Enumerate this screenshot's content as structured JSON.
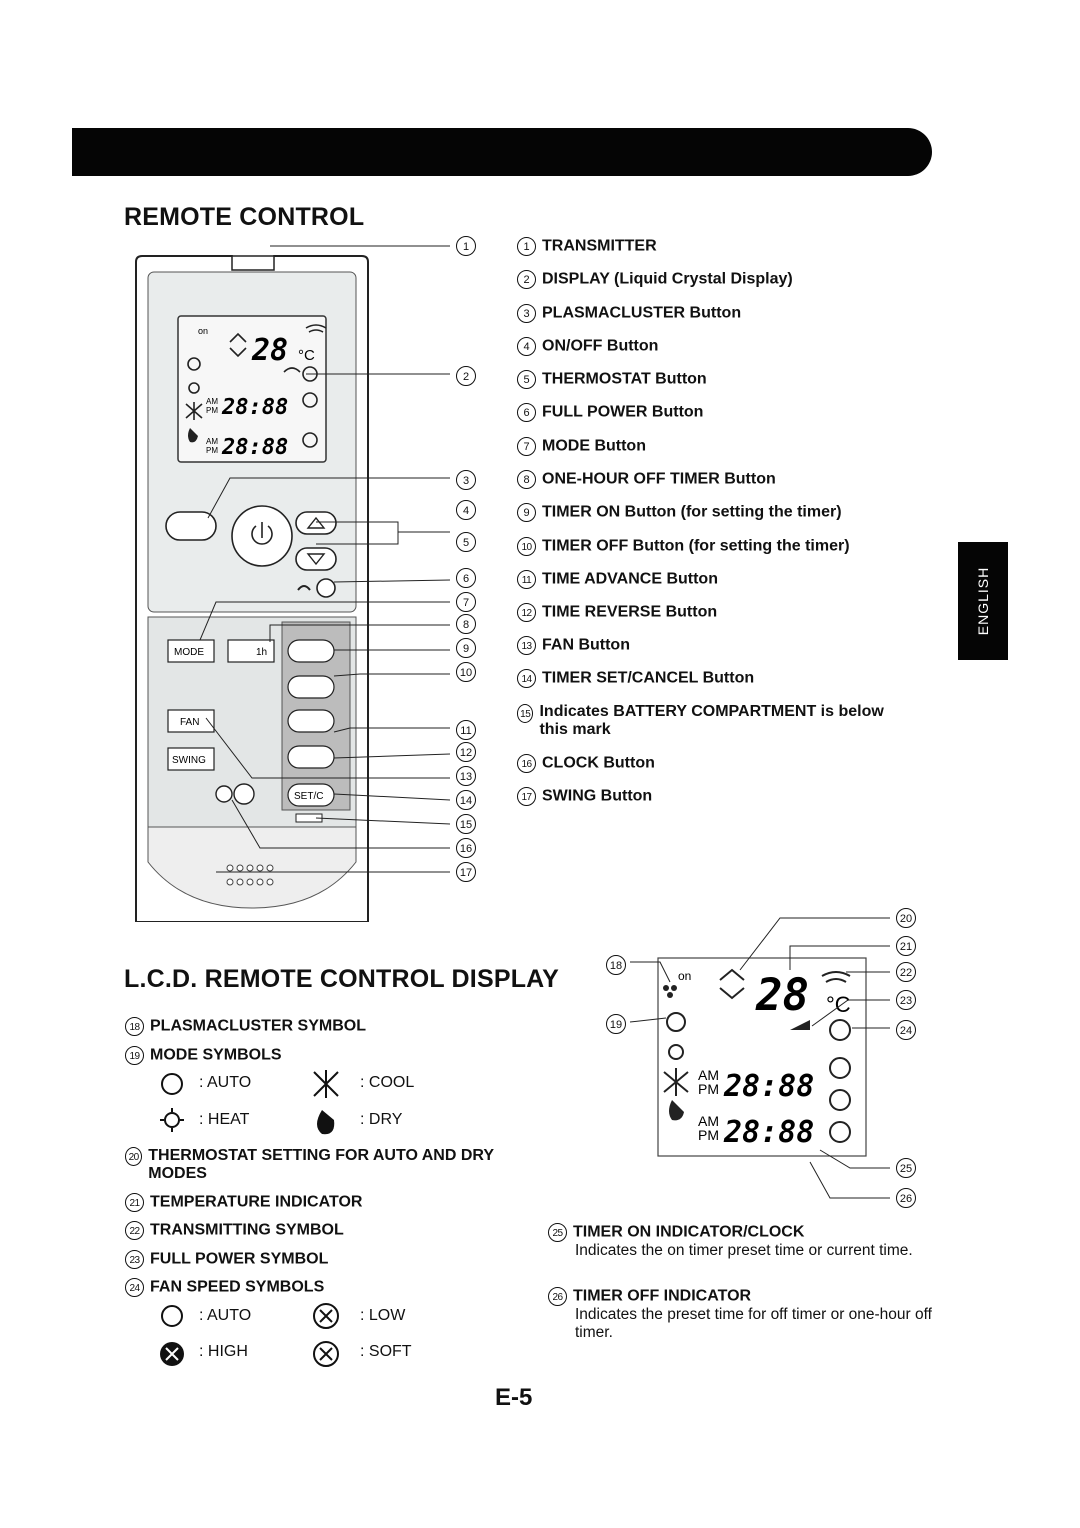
{
  "page": {
    "title_remote": "REMOTE CONTROL",
    "title_lcd": "L.C.D. REMOTE CONTROL DISPLAY",
    "language_tab": "ENGLISH",
    "page_number": "E-5"
  },
  "remote_parts": [
    {
      "num": "1",
      "label": "TRANSMITTER"
    },
    {
      "num": "2",
      "label": "DISPLAY (Liquid Crystal Display)"
    },
    {
      "num": "3",
      "label": "PLASMACLUSTER Button"
    },
    {
      "num": "4",
      "label": "ON/OFF Button"
    },
    {
      "num": "5",
      "label": "THERMOSTAT Button"
    },
    {
      "num": "6",
      "label": "FULL POWER Button"
    },
    {
      "num": "7",
      "label": "MODE Button"
    },
    {
      "num": "8",
      "label": "ONE-HOUR OFF TIMER Button"
    },
    {
      "num": "9",
      "label": "TIMER ON Button (for setting the timer)"
    },
    {
      "num": "10",
      "label": "TIMER OFF Button (for setting the timer)"
    },
    {
      "num": "11",
      "label": "TIME ADVANCE Button"
    },
    {
      "num": "12",
      "label": "TIME REVERSE Button"
    },
    {
      "num": "13",
      "label": "FAN Button"
    },
    {
      "num": "14",
      "label": "TIMER SET/CANCEL Button"
    },
    {
      "num": "15",
      "label": "Indicates BATTERY COMPARTMENT is below this mark"
    },
    {
      "num": "16",
      "label": "CLOCK Button"
    },
    {
      "num": "17",
      "label": "SWING Button"
    }
  ],
  "remote_drawing": {
    "lcd_top": {
      "deg": "°C",
      "temp": "28",
      "on": "on"
    },
    "lcd_clock": "28:88",
    "am": "AM",
    "pm": "PM",
    "buttons": {
      "mode": "MODE",
      "fan": "FAN",
      "swing": "SWING",
      "set": "SET/C",
      "onehour": "1h"
    }
  },
  "lcd_items": [
    {
      "num": "18",
      "label": "PLASMACLUSTER SYMBOL"
    },
    {
      "num": "19",
      "label": "MODE SYMBOLS"
    },
    {
      "num": "20",
      "label": "THERMOSTAT SETTING FOR AUTO AND DRY MODES"
    },
    {
      "num": "21",
      "label": "TEMPERATURE INDICATOR"
    },
    {
      "num": "22",
      "label": "TRANSMITTING SYMBOL"
    },
    {
      "num": "23",
      "label": "FULL POWER SYMBOL"
    },
    {
      "num": "24",
      "label": "FAN SPEED SYMBOLS"
    },
    {
      "num": "25",
      "label": "TIMER ON INDICATOR/CLOCK",
      "desc": "Indicates the on timer preset time or current time."
    },
    {
      "num": "26",
      "label": "TIMER OFF INDICATOR",
      "desc": "Indicates the preset time for off timer or one-hour off timer."
    }
  ],
  "mode_symbols": {
    "auto": ": AUTO",
    "cool": ": COOL",
    "heat": ": HEAT",
    "dry": ": DRY"
  },
  "fan_symbols": {
    "auto": ": AUTO",
    "low": ": LOW",
    "high": ": HIGH",
    "soft": ": SOFT"
  },
  "callout_numbers": [
    "1",
    "2",
    "3",
    "4",
    "5",
    "6",
    "7",
    "8",
    "9",
    "10",
    "11",
    "12",
    "13",
    "14",
    "15",
    "16",
    "17"
  ],
  "lcd_callout_numbers": [
    "18",
    "19",
    "20",
    "21",
    "22",
    "23",
    "24",
    "25",
    "26"
  ]
}
